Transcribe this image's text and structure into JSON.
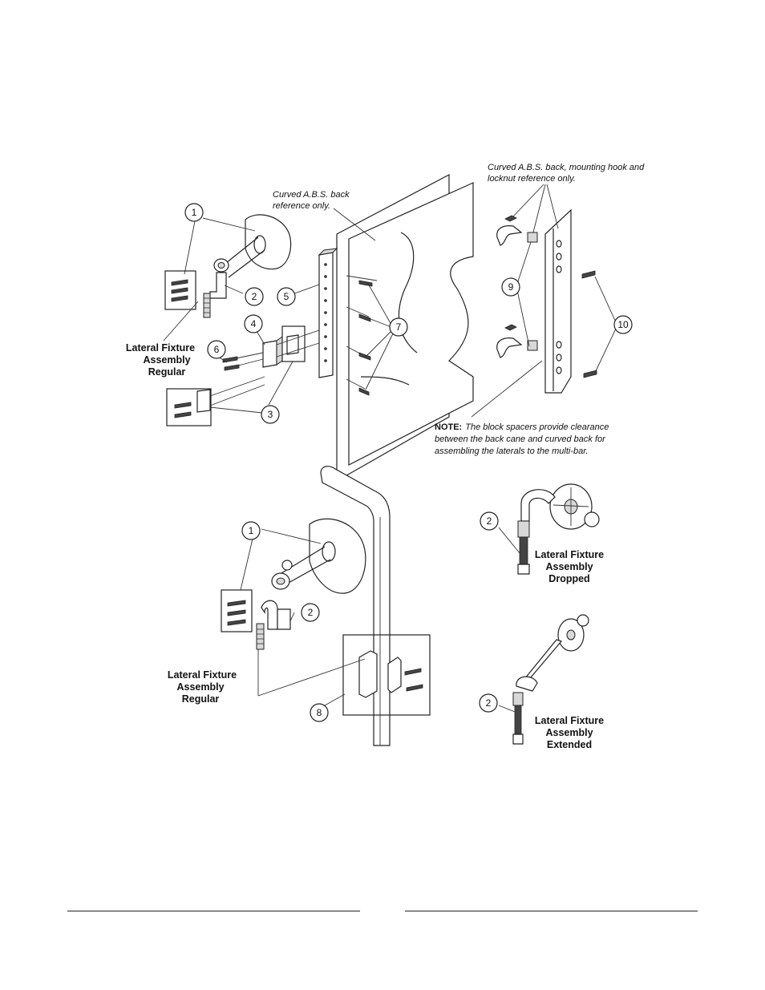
{
  "callouts": {
    "c1a": "1",
    "c2a": "2",
    "c3": "3",
    "c4": "4",
    "c5": "5",
    "c6": "6",
    "c7": "7",
    "c9": "9",
    "c10": "10",
    "c1b": "1",
    "c2b": "2",
    "c8": "8",
    "c2c": "2",
    "c2d": "2"
  },
  "labels": {
    "regular_top": [
      "Lateral Fixture",
      "Assembly",
      "Regular"
    ],
    "regular_bottom": [
      "Lateral Fixture",
      "Assembly",
      "Regular"
    ],
    "dropped": [
      "Lateral Fixture",
      "Assembly",
      "Dropped"
    ],
    "extended": [
      "Lateral Fixture",
      "Assembly",
      "Extended"
    ]
  },
  "notes": {
    "abs_back": [
      "Curved A.B.S. back",
      "reference only."
    ],
    "abs_hook": [
      "Curved A.B.S. back, mounting hook and",
      "locknut reference only."
    ],
    "note_prefix": "NOTE:",
    "note_lines": [
      "The block spacers provide clearance",
      "between the back cane and curved back for",
      "assembling the laterals to the multi-bar."
    ]
  }
}
